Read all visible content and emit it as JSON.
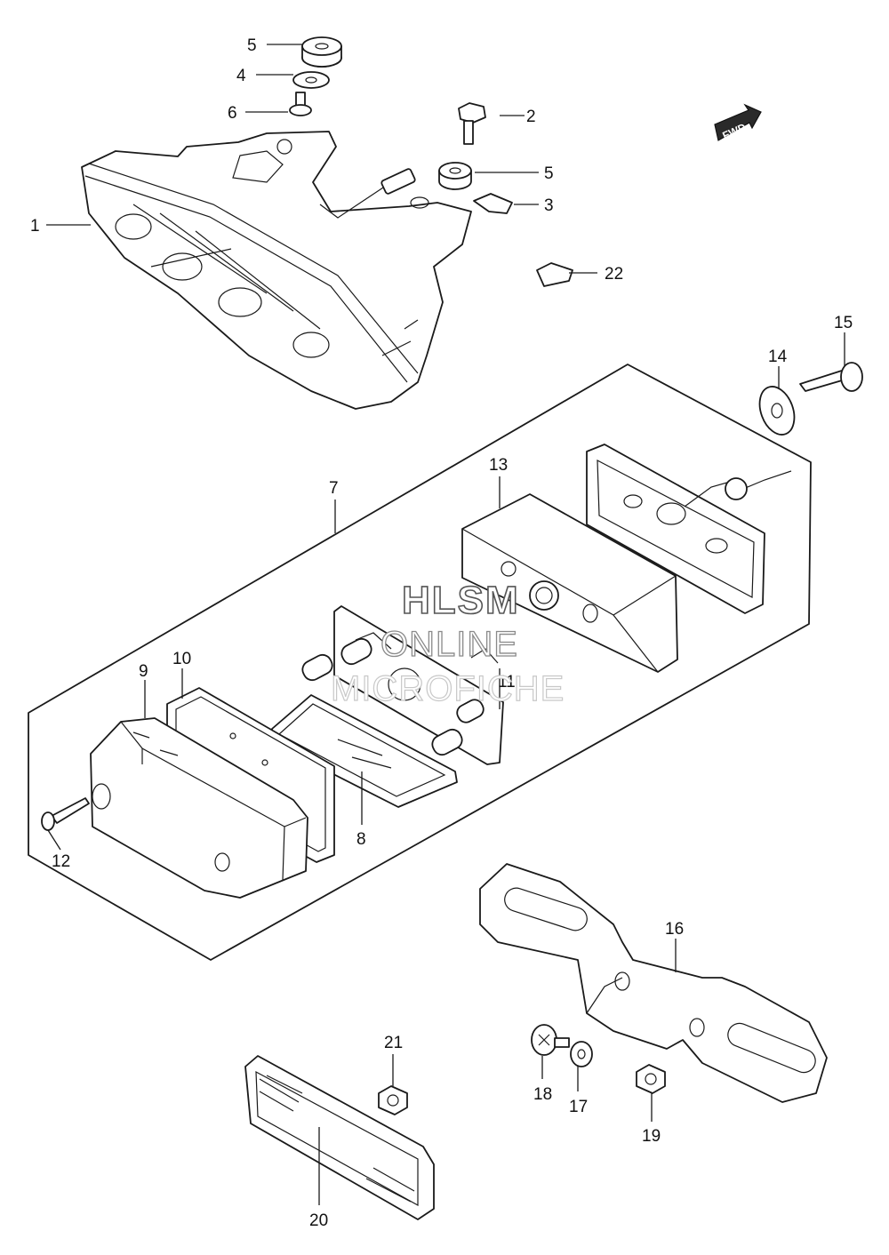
{
  "callouts": {
    "c1": "1",
    "c2": "2",
    "c3": "3",
    "c4": "4",
    "c5a": "5",
    "c5b": "5",
    "c6": "6",
    "c7": "7",
    "c8": "8",
    "c9": "9",
    "c10": "10",
    "c11": "11",
    "c12": "12",
    "c13": "13",
    "c14": "14",
    "c15": "15",
    "c16": "16",
    "c17": "17",
    "c18": "18",
    "c19": "19",
    "c20": "20",
    "c21": "21",
    "c22": "22"
  },
  "fwd_label": "FWD",
  "watermark": {
    "line1": "HLSM",
    "line2": "ONLINE",
    "line3": "MICROFICHE"
  }
}
